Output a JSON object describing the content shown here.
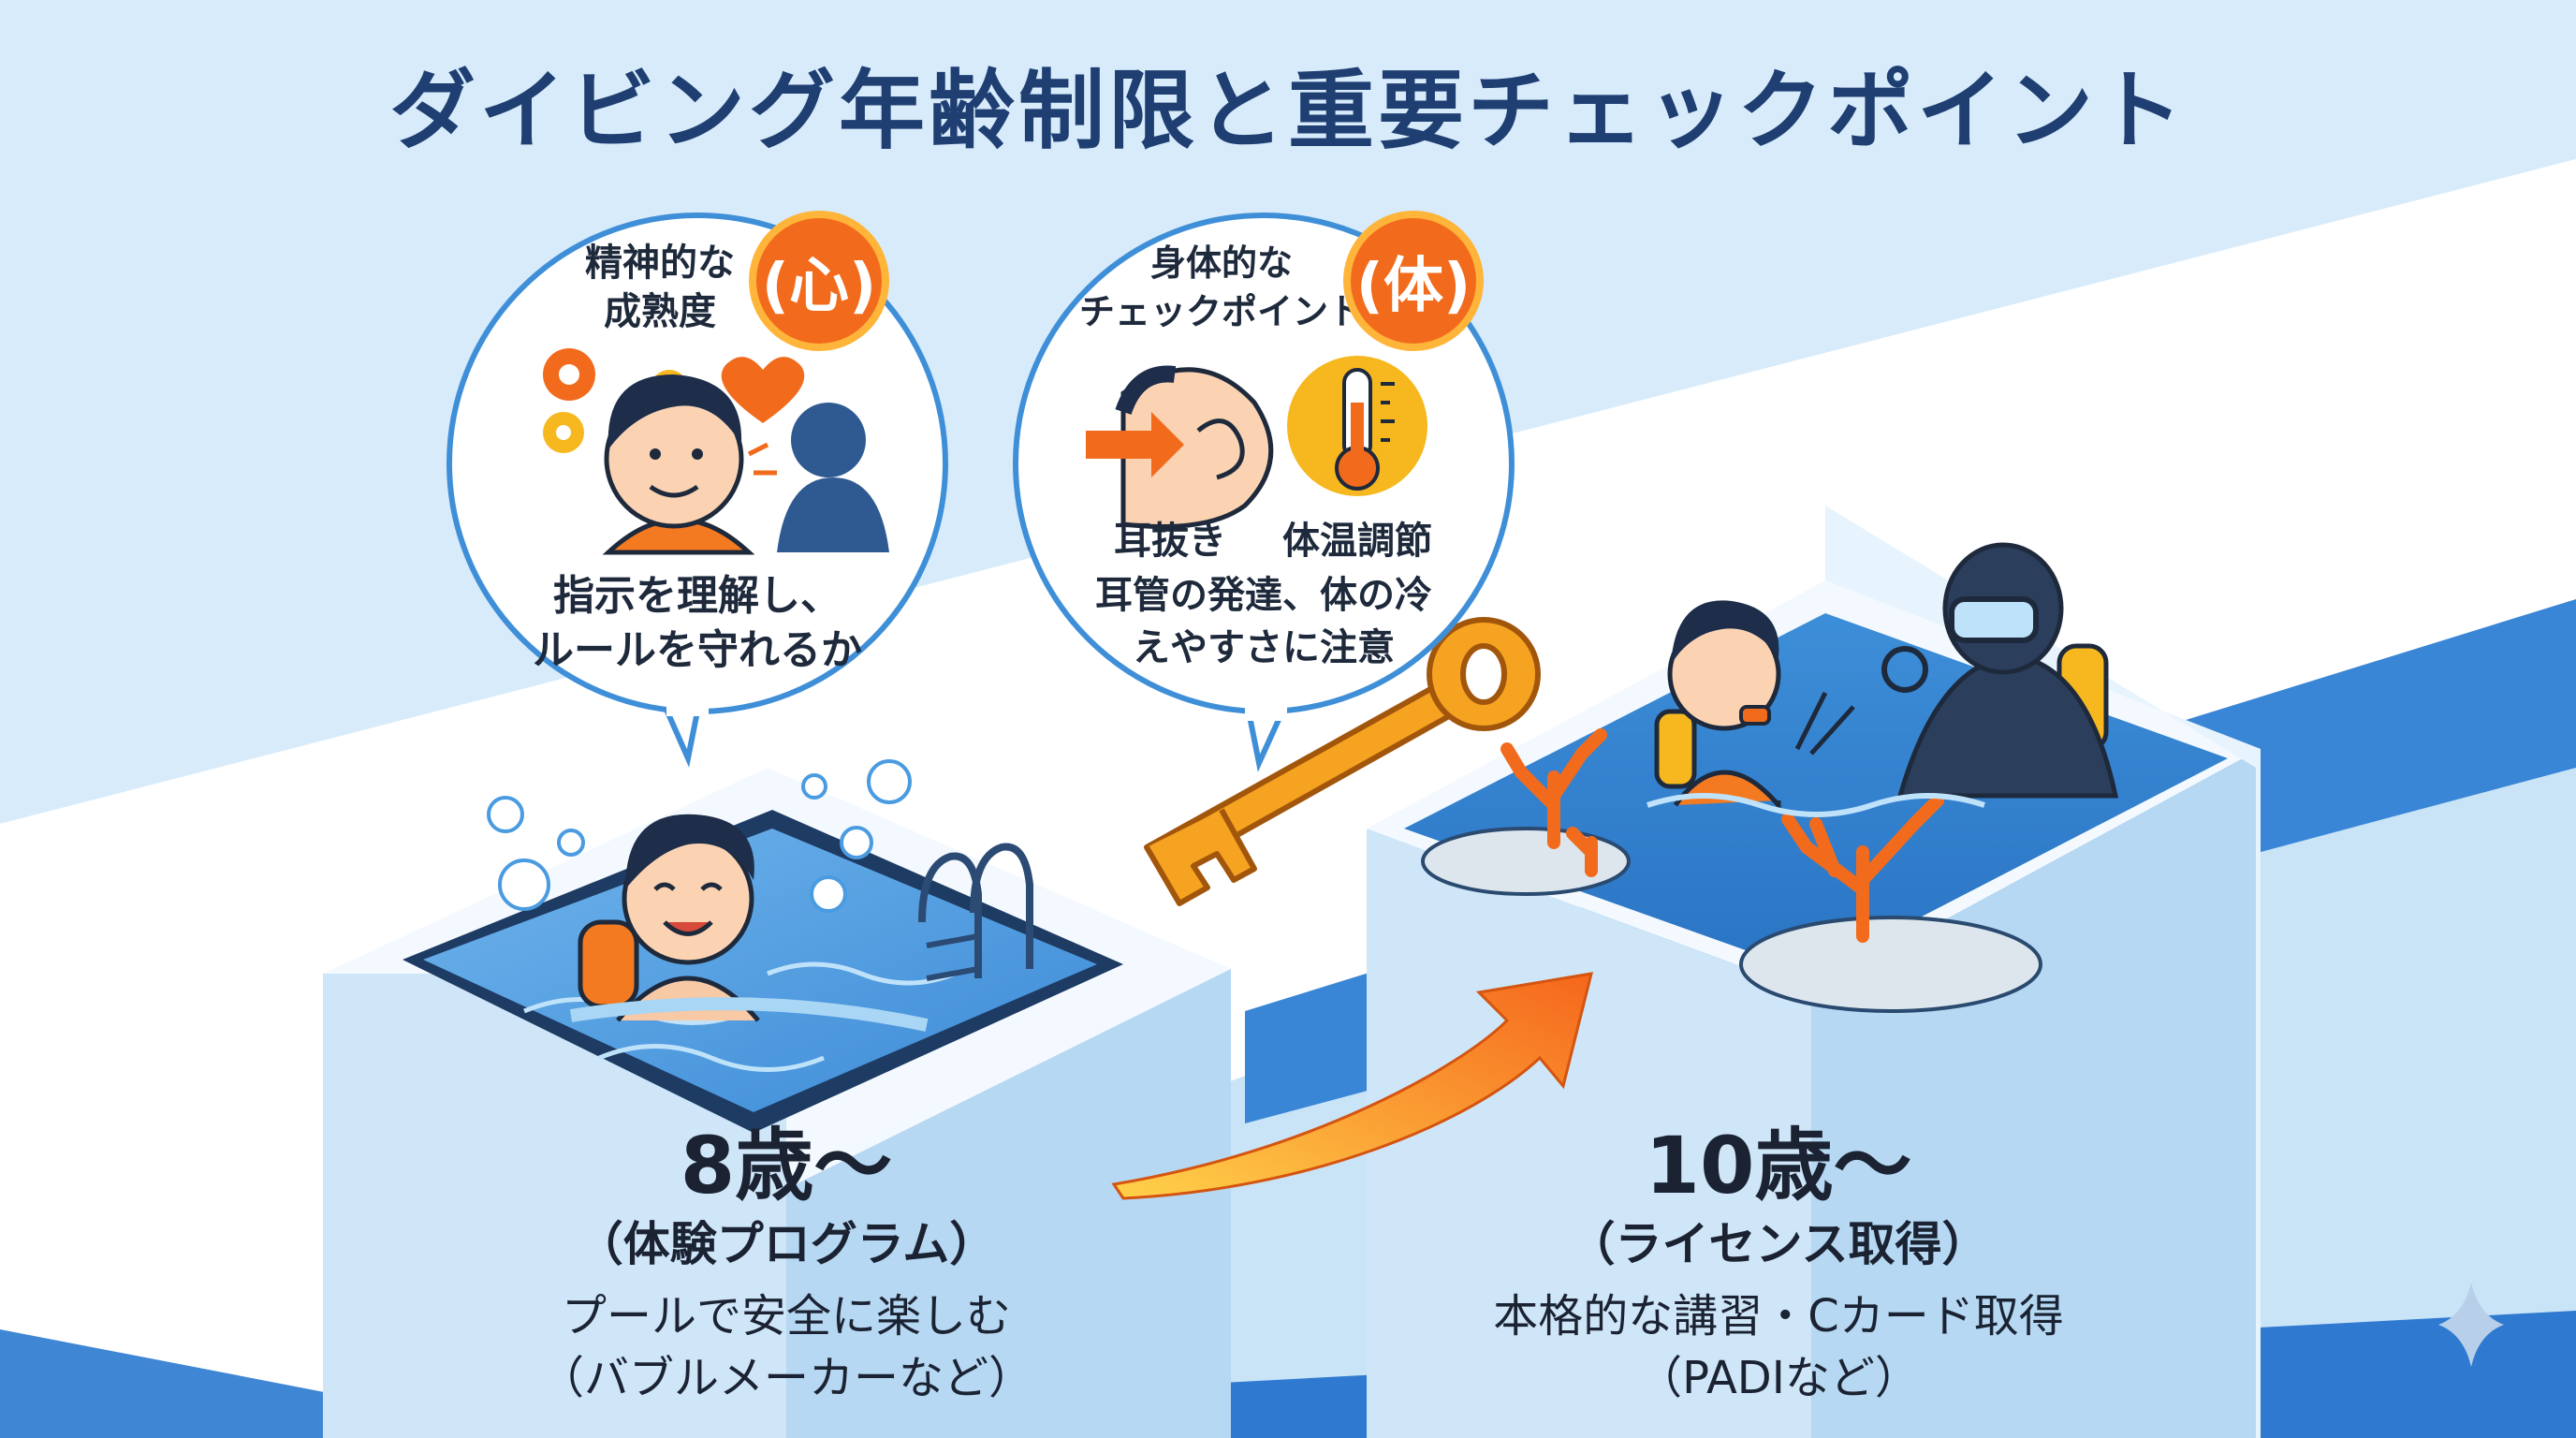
{
  "title": "ダイビング年齢制限と重要チェックポイント",
  "colors": {
    "navy": "#1f3f73",
    "orange": "#f26b1d",
    "yellow": "#ffb43a",
    "water": "#3f8fd8",
    "light_blue": "#d6ebfa"
  },
  "mind_bubble": {
    "heading_line1": "精神的な",
    "heading_line2": "成熟度",
    "badge": "(心)",
    "caption_line1": "指示を理解し、",
    "caption_line2": "ルールを守れるか",
    "icons": [
      "gear-icon",
      "heart-icon",
      "child-face-icon",
      "instructor-silhouette-icon"
    ]
  },
  "body_bubble": {
    "heading_line1": "身体的な",
    "heading_line2": "チェックポイント",
    "badge": "(体)",
    "item1_label": "耳抜き",
    "item2_label": "体温調節",
    "caption_line1": "耳管の発達、体の冷",
    "caption_line2": "えやすさに注意",
    "icons": [
      "ear-icon",
      "thermometer-icon"
    ]
  },
  "step_low": {
    "age": "8歳〜",
    "program": "（体験プログラム）",
    "desc_line1": "プールで安全に楽しむ",
    "desc_line2": "（バブルメーカーなど）"
  },
  "step_high": {
    "age": "10歳〜",
    "program": "（ライセンス取得）",
    "desc_line1": "本格的な講習・Cカード取得",
    "desc_line2": "（PADIなど）"
  }
}
